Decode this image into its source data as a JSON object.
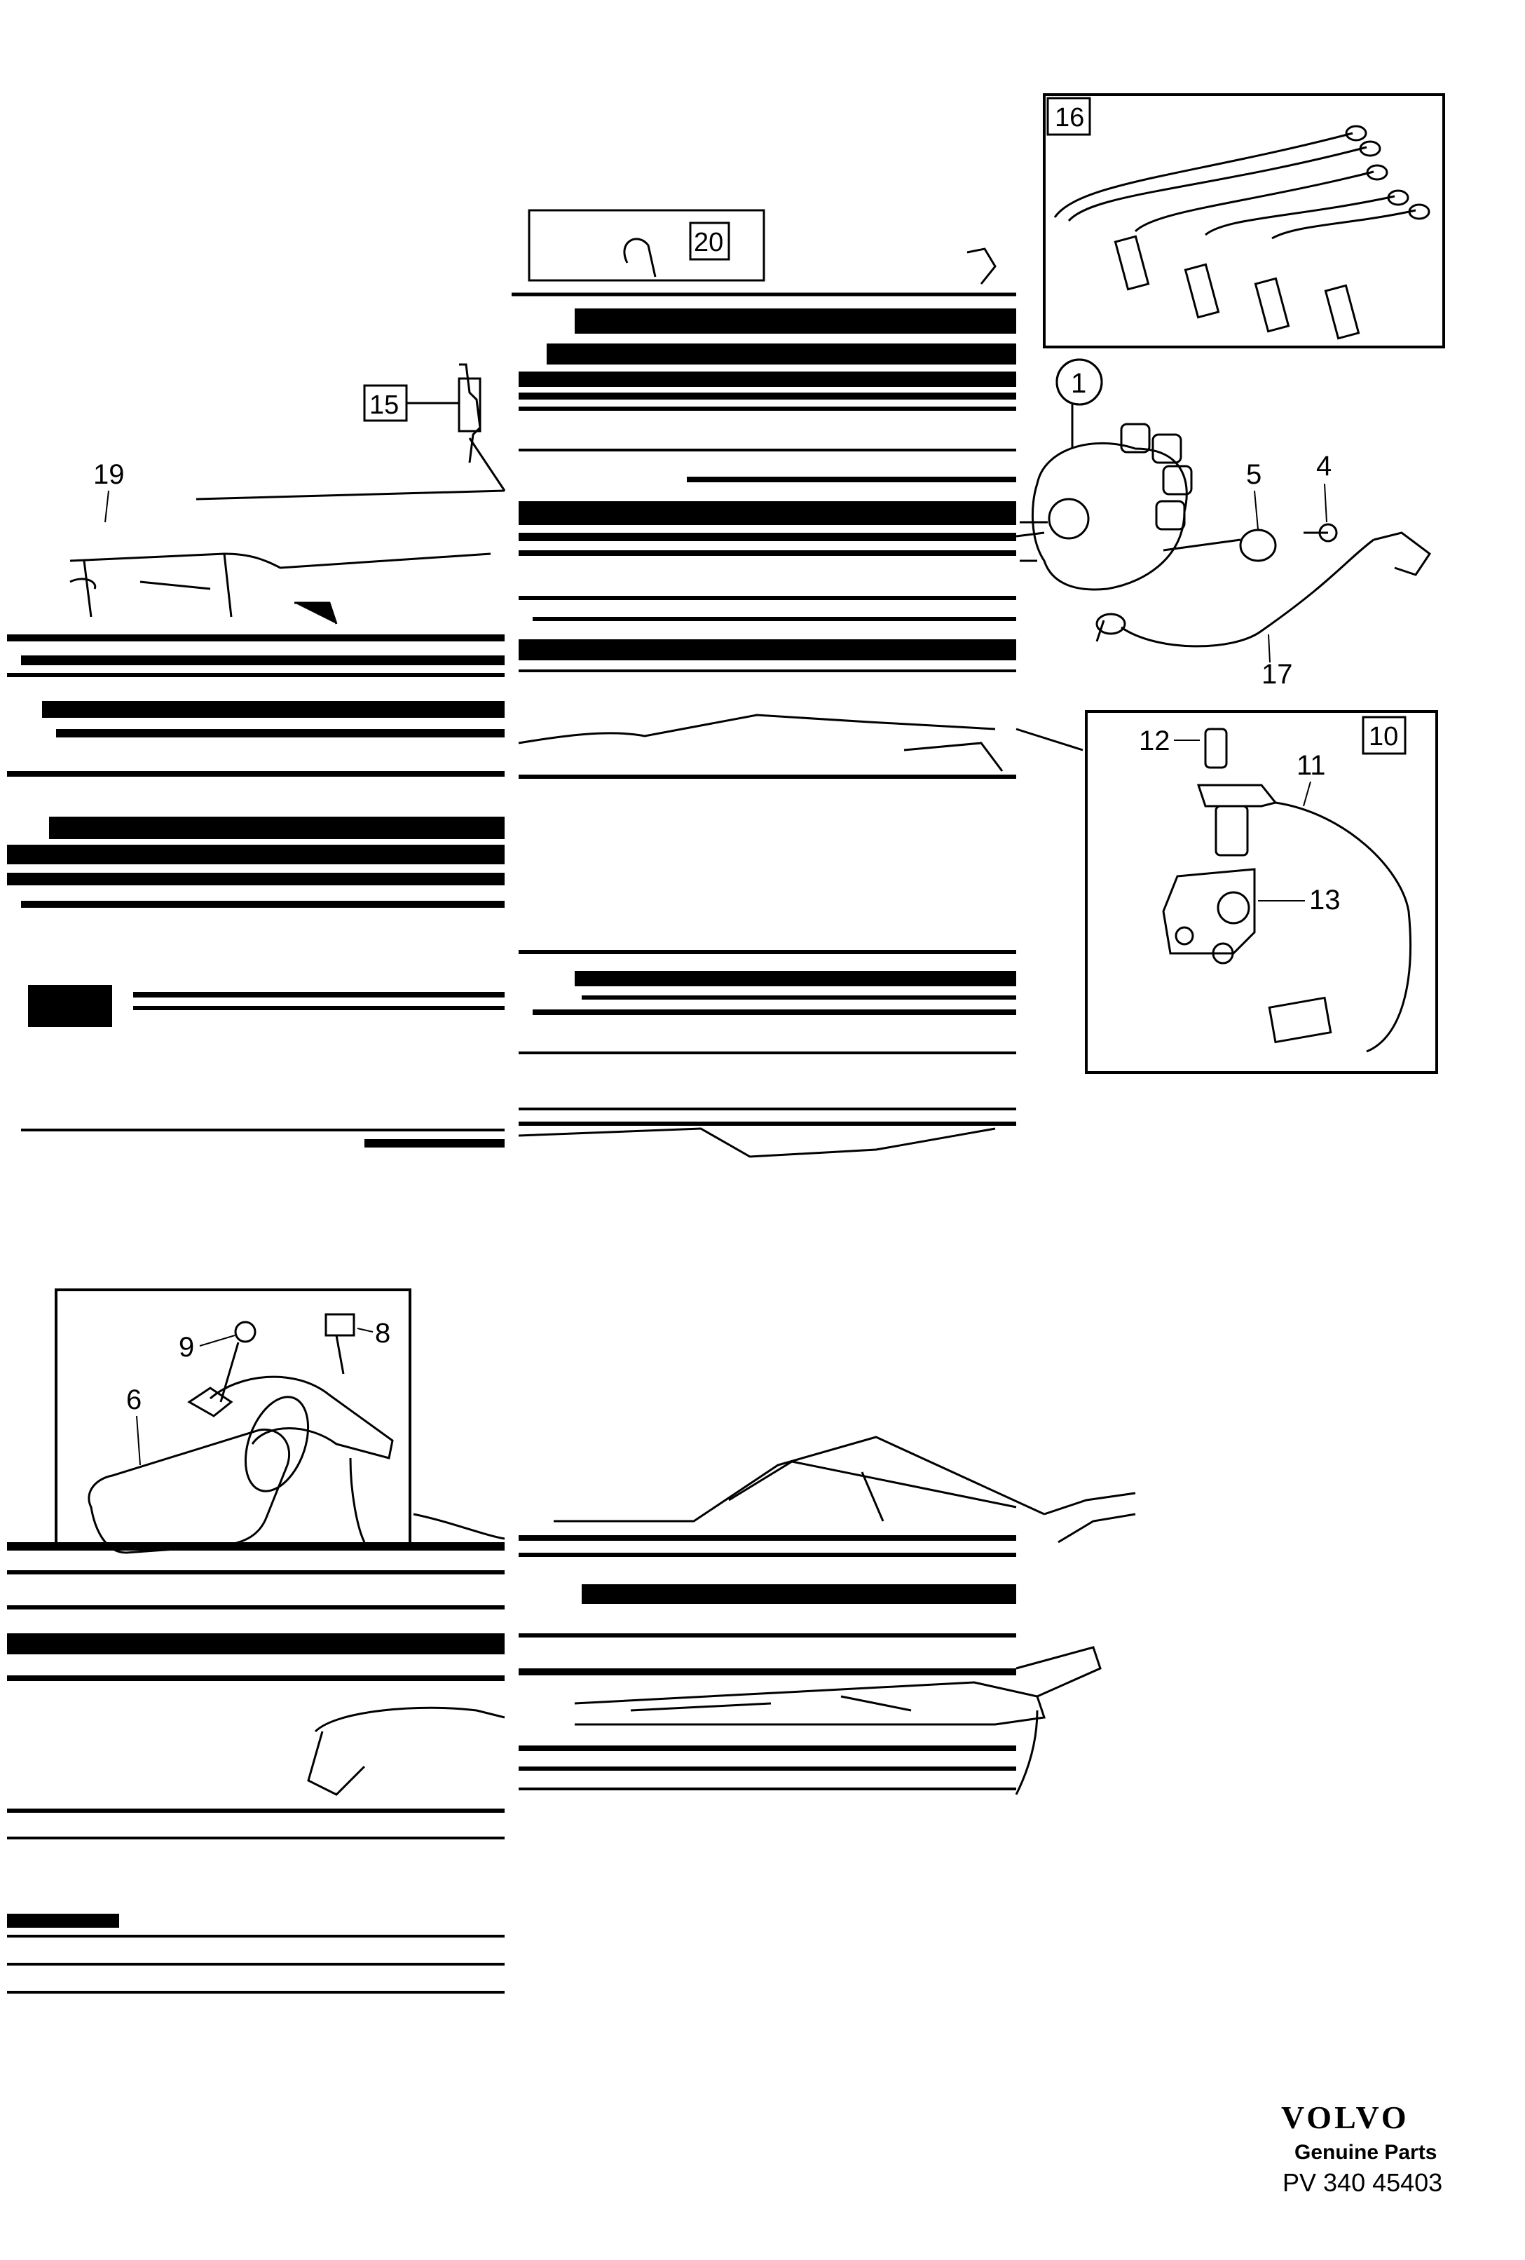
{
  "callouts": {
    "c1": "1",
    "c4": "4",
    "c5": "5",
    "c6": "6",
    "c8": "8",
    "c9": "9",
    "c10": "10",
    "c11": "11",
    "c12": "12",
    "c13": "13",
    "c15": "15",
    "c16": "16",
    "c17": "17",
    "c19": "19",
    "c20": "20"
  },
  "branding": {
    "logo_text": "VOLVO",
    "tagline": "Genuine Parts",
    "part_number": "PV 340 45403"
  }
}
